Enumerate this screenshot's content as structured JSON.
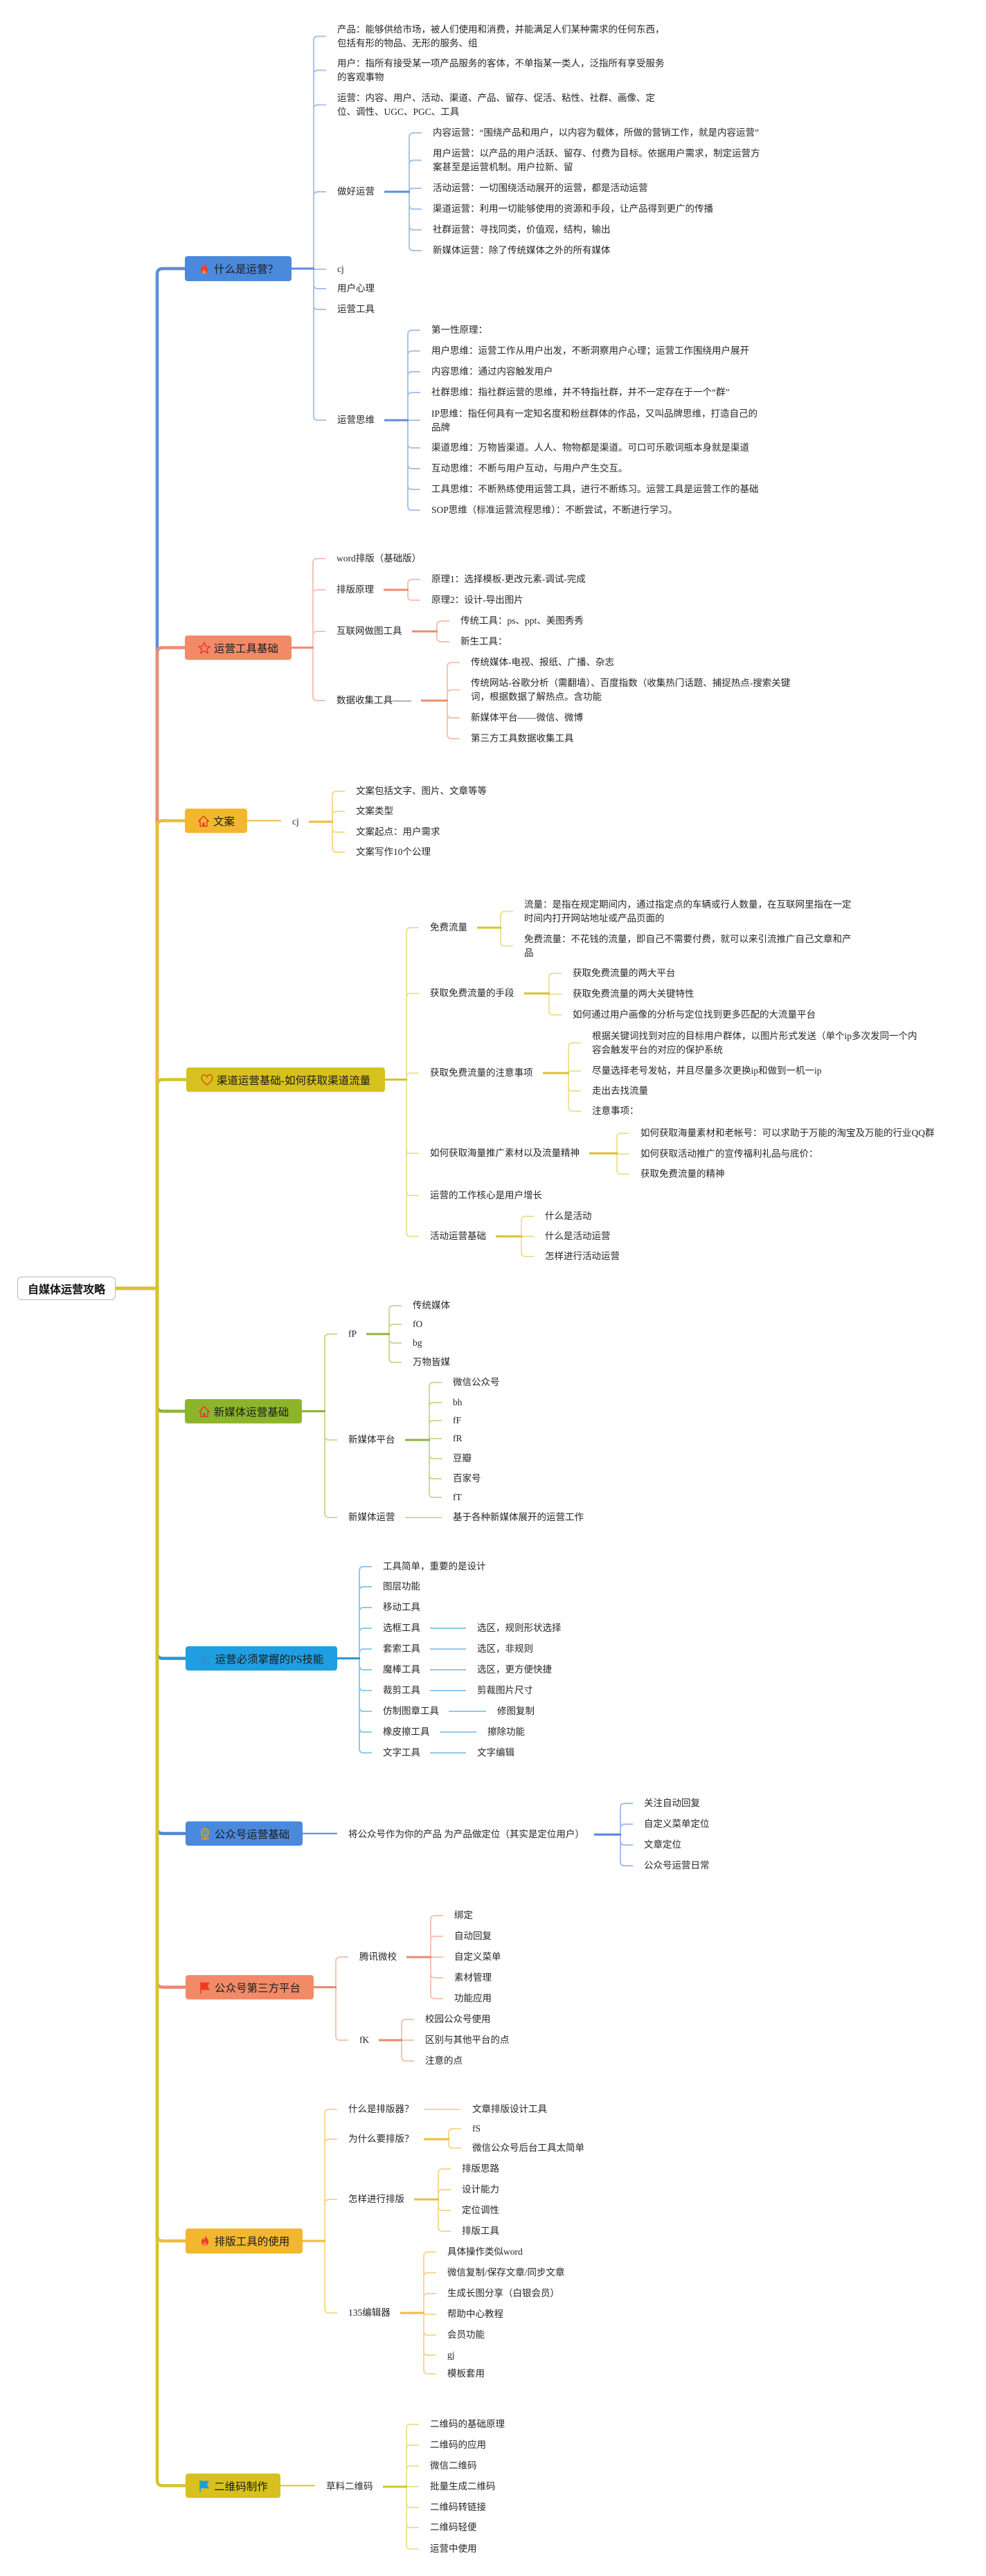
{
  "root": {
    "label": "自媒体运营攻略"
  },
  "branches": [
    {
      "label": "什么是运营？",
      "icon": "fire-icon",
      "color": "#4A89DC",
      "line": "#5A8EDC",
      "line_light": "#A9C4EA",
      "children": [
        {
          "label": "产品：能够供给市场，被人们使用和消费，并能满足人们某种需求的任何东西，包括有形的物品、无形的服务、组"
        },
        {
          "label": "用户：指所有接受某一项产品服务的客体，不单指某一类人，泛指所有享受服务的客观事物"
        },
        {
          "label": "运营：内容、用户、活动、渠道、产品、留存、促活、粘性、社群、画像、定位、调性、UGC、PGC、工具"
        },
        {
          "label": "做好运营",
          "children": [
            {
              "label": "内容运营：“围绕产品和用户，以内容为载体，所做的营销工作，就是内容运营”"
            },
            {
              "label": "用户运营：以产品的用户活跃、留存、付费为目标。依据用户需求，制定运营方案甚至是运营机制。用户拉新、留"
            },
            {
              "label": "活动运营：一切围绕活动展开的运营，都是活动运营"
            },
            {
              "label": "渠道运营：利用一切能够使用的资源和手段，让产品得到更广的传播"
            },
            {
              "label": "社群运营：寻找同类，价值观，结构，输出"
            },
            {
              "label": "新媒体运营：除了传统媒体之外的所有媒体"
            }
          ]
        },
        {
          "label": "cj"
        },
        {
          "label": "用户心理"
        },
        {
          "label": "运营工具"
        },
        {
          "label": "运营思维",
          "children": [
            {
              "label": "第一性原理："
            },
            {
              "label": "用户思维：运营工作从用户出发，不断洞察用户心理；运营工作围绕用户展开"
            },
            {
              "label": "内容思维：通过内容触发用户"
            },
            {
              "label": "社群思维：指社群运营的思维，并不特指社群，并不一定存在于一个“群”"
            },
            {
              "label": "IP思维：指任何具有一定知名度和粉丝群体的作品，又叫品牌思维，打造自己的品牌"
            },
            {
              "label": "渠道思维：万物皆渠道。人人、物物都是渠道。可口可乐歌词瓶本身就是渠道"
            },
            {
              "label": "互动思维：不断与用户互动，与用户产生交互。"
            },
            {
              "label": "工具思维：不断熟练使用运营工具，进行不断练习。运营工具是运营工作的基础"
            },
            {
              "label": "SOP思维（标准运营流程思维）：不断尝试，不断进行学习。"
            }
          ]
        }
      ]
    },
    {
      "label": "运营工具基础",
      "icon": "star-icon",
      "color": "#F28A68",
      "line": "#EC8C73",
      "line_light": "#F3C5B4",
      "children": [
        {
          "label": "word排版（基础版）"
        },
        {
          "label": "排版原理",
          "children": [
            {
              "label": "原理1：选择模板-更改元素-调试-完成"
            },
            {
              "label": "原理2：设计-导出图片"
            }
          ]
        },
        {
          "label": "互联网做图工具",
          "children": [
            {
              "label": "传统工具：ps、ppt、美图秀秀"
            },
            {
              "label": "新生工具："
            }
          ]
        },
        {
          "label": "数据收集工具——",
          "children": [
            {
              "label": "传统媒体-电视、报纸、广播、杂志"
            },
            {
              "label": "传统网站-谷歌分析（需翻墙）、百度指数（收集热门话题、捕捉热点-搜索关键词，根据数据了解热点。含功能"
            },
            {
              "label": "新媒体平台——微信、微博"
            },
            {
              "label": "第三方工具数据收集工具"
            }
          ]
        }
      ]
    },
    {
      "label": "文案",
      "icon": "house-icon",
      "color": "#F3B72F",
      "line": "#F0BC3C",
      "line_light": "#F6DA90",
      "children": [
        {
          "label": "cj",
          "children": [
            {
              "label": "文案包括文字、图片、文章等等"
            },
            {
              "label": "文案类型"
            },
            {
              "label": "文案起点：用户需求"
            },
            {
              "label": "文案写作10个公理"
            }
          ]
        }
      ]
    },
    {
      "label": "渠道运营基础-如何获取渠道流量",
      "icon": "heart-icon",
      "color": "#D7C11E",
      "line": "#D6C42A",
      "line_light": "#ECE29A",
      "children": [
        {
          "label": "免费流量",
          "children": [
            {
              "label": "流量：是指在规定期间内，通过指定点的车辆或行人数量，在互联网里指在一定时间内打开网站地址或产品页面的"
            },
            {
              "label": "免费流量：不花钱的流量，即自己不需要付费，就可以来引流推广自己文章和产品"
            }
          ]
        },
        {
          "label": "获取免费流量的手段",
          "children": [
            {
              "label": "获取免费流量的两大平台"
            },
            {
              "label": "获取免费流量的两大关键特性"
            },
            {
              "label": "如何通过用户画像的分析与定位找到更多匹配的大流量平台"
            }
          ]
        },
        {
          "label": "获取免费流量的注意事项",
          "children": [
            {
              "label": "根据关键词找到对应的目标用户群体，以图片形式发送（单个ip多次发同一个内容会触发平台的对应的保护系统"
            },
            {
              "label": "尽量选择老号发帖，并且尽量多次更换ip和做到一机一ip"
            },
            {
              "label": "走出去找流量"
            },
            {
              "label": "注意事项："
            }
          ]
        },
        {
          "label": "如何获取海量推广素材以及流量精神",
          "children": [
            {
              "label": "如何获取海量素材和老帐号：可以求助于万能的淘宝及万能的行业QQ群"
            },
            {
              "label": "如何获取活动推广的宣传福利礼品与底价："
            },
            {
              "label": "获取免费流量的精神"
            }
          ]
        },
        {
          "label": "运营的工作核心是用户增长"
        },
        {
          "label": "活动运营基础",
          "children": [
            {
              "label": "什么是活动"
            },
            {
              "label": "什么是活动运营"
            },
            {
              "label": "怎样进行活动运营"
            }
          ]
        }
      ]
    },
    {
      "label": "新媒体运营基础",
      "icon": "house-icon",
      "color": "#8DB52B",
      "line": "#8EB43A",
      "line_light": "#CADC98",
      "children": [
        {
          "label": "fP",
          "children": [
            {
              "label": "传统媒体"
            },
            {
              "label": "fO"
            },
            {
              "label": "bg"
            },
            {
              "label": "万物皆媒"
            }
          ]
        },
        {
          "label": "新媒体平台",
          "children": [
            {
              "label": "微信公众号"
            },
            {
              "label": "bh"
            },
            {
              "label": "fF"
            },
            {
              "label": "fR"
            },
            {
              "label": "豆瓣"
            },
            {
              "label": "百家号"
            },
            {
              "label": "fT"
            }
          ]
        },
        {
          "label": "新媒体运营",
          "children": [
            {
              "label": "基于各种新媒体展开的运营工作"
            }
          ]
        }
      ]
    },
    {
      "label": "运营必须掌握的PS技能",
      "icon": "star-icon",
      "color": "#1F9FE1",
      "line": "#2B97D4",
      "line_light": "#8FCBEA",
      "children": [
        {
          "label": "工具简单，重要的是设计"
        },
        {
          "label": "图层功能"
        },
        {
          "label": "移动工具"
        },
        {
          "label": "选框工具",
          "children": [
            {
              "label": "选区，规则形状选择"
            }
          ]
        },
        {
          "label": "套索工具",
          "children": [
            {
              "label": "选区，非规则"
            }
          ]
        },
        {
          "label": "魔棒工具",
          "children": [
            {
              "label": "选区，更方便快捷"
            }
          ]
        },
        {
          "label": "裁剪工具",
          "children": [
            {
              "label": "剪裁图片尺寸"
            }
          ]
        },
        {
          "label": "仿制图章工具",
          "children": [
            {
              "label": "修图复制"
            }
          ]
        },
        {
          "label": "橡皮擦工具",
          "children": [
            {
              "label": "擦除功能"
            }
          ]
        },
        {
          "label": "文字工具",
          "children": [
            {
              "label": "文字编辑"
            }
          ]
        }
      ]
    },
    {
      "label": "公众号运营基础",
      "icon": "medal-icon",
      "color": "#4A89DC",
      "line": "#4E86D4",
      "line_light": "#A3C0E8",
      "children": [
        {
          "label": "将公众号作为你的产品 为产品做定位（其实是定位用户）",
          "children": [
            {
              "label": "关注自动回复"
            },
            {
              "label": "自定义菜单定位"
            },
            {
              "label": "文章定位"
            },
            {
              "label": "公众号运营日常"
            }
          ]
        }
      ]
    },
    {
      "label": "公众号第三方平台",
      "icon": "flag-icon",
      "color": "#F28A68",
      "line": "#E98A6E",
      "line_light": "#F3C5B4",
      "children": [
        {
          "label": "腾讯微校",
          "children": [
            {
              "label": "绑定"
            },
            {
              "label": "自动回复"
            },
            {
              "label": "自定义菜单"
            },
            {
              "label": "素材管理"
            },
            {
              "label": "功能应用"
            }
          ]
        },
        {
          "label": "fK",
          "children": [
            {
              "label": "校园公众号使用"
            },
            {
              "label": "区别与其他平台的点"
            },
            {
              "label": "注意的点"
            }
          ]
        }
      ]
    },
    {
      "label": "排版工具的使用",
      "icon": "fire-icon",
      "color": "#F3B72F",
      "line": "#F0BC3C",
      "line_light": "#F6DA90",
      "children": [
        {
          "label": "什么是排版器？",
          "children": [
            {
              "label": "文章排版设计工具"
            }
          ]
        },
        {
          "label": "为什么要排版？",
          "children": [
            {
              "label": "fS"
            },
            {
              "label": "微信公众号后台工具太简单"
            }
          ]
        },
        {
          "label": "怎样进行排版",
          "children": [
            {
              "label": "排版思路"
            },
            {
              "label": "设计能力"
            },
            {
              "label": "定位调性"
            },
            {
              "label": "排版工具"
            }
          ]
        },
        {
          "label": "135编辑器",
          "children": [
            {
              "label": "具体操作类似word"
            },
            {
              "label": "微信复制/保存文章/同步文章"
            },
            {
              "label": "生成长图分享（白银会员）"
            },
            {
              "label": "帮助中心教程"
            },
            {
              "label": "会员功能"
            },
            {
              "label": "gj"
            },
            {
              "label": "模板套用"
            }
          ]
        }
      ]
    },
    {
      "label": "二维码制作",
      "icon": "flag-icon",
      "color": "#D7C11E",
      "line": "#D6C42A",
      "line_light": "#ECE29A",
      "children": [
        {
          "label": "草料二维码",
          "children": [
            {
              "label": "二维码的基础原理"
            },
            {
              "label": "二维码的应用"
            },
            {
              "label": "微信二维码"
            },
            {
              "label": "批量生成二维码"
            },
            {
              "label": "二维码转链接"
            },
            {
              "label": "二维码轻便"
            },
            {
              "label": "运营中使用"
            }
          ]
        }
      ]
    }
  ]
}
